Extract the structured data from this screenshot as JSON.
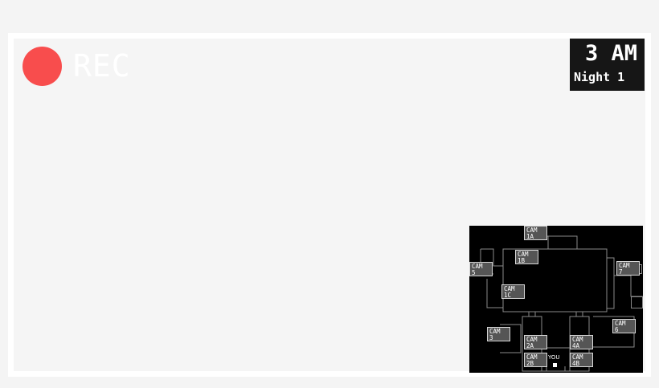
{
  "recording": {
    "label": "REC",
    "dot_color": "#f84d4d"
  },
  "clock": {
    "time": "3 AM",
    "night": "Night 1"
  },
  "map": {
    "player_label": "YOU",
    "cameras": [
      {
        "id": "cam-1a",
        "line1": "CAM",
        "line2": "1A"
      },
      {
        "id": "cam-1b",
        "line1": "CAM",
        "line2": "1B"
      },
      {
        "id": "cam-1c",
        "line1": "CAM",
        "line2": "1C"
      },
      {
        "id": "cam-2a",
        "line1": "CAM",
        "line2": "2A"
      },
      {
        "id": "cam-2b",
        "line1": "CAM",
        "line2": "2B"
      },
      {
        "id": "cam-3",
        "line1": "CAM",
        "line2": "3"
      },
      {
        "id": "cam-4a",
        "line1": "CAM",
        "line2": "4A"
      },
      {
        "id": "cam-4b",
        "line1": "CAM",
        "line2": "4B"
      },
      {
        "id": "cam-5",
        "line1": "CAM",
        "line2": "5"
      },
      {
        "id": "cam-6",
        "line1": "CAM",
        "line2": "6"
      },
      {
        "id": "cam-7",
        "line1": "CAM",
        "line2": "7"
      }
    ]
  }
}
